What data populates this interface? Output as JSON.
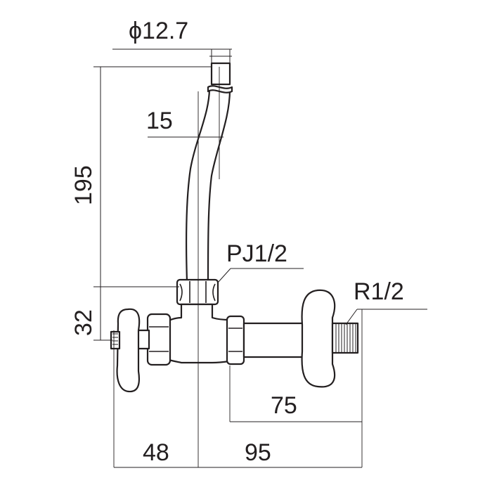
{
  "dimensions": {
    "pipe_diameter": "ϕ12.7",
    "pipe_offset": "15",
    "pipe_height": "195",
    "body_height": "32",
    "handle_offset": "48",
    "total_length": "95",
    "outlet_length": "75"
  },
  "threads": {
    "pipe_joint": "PJ1/2",
    "inlet_thread": "R1/2"
  }
}
